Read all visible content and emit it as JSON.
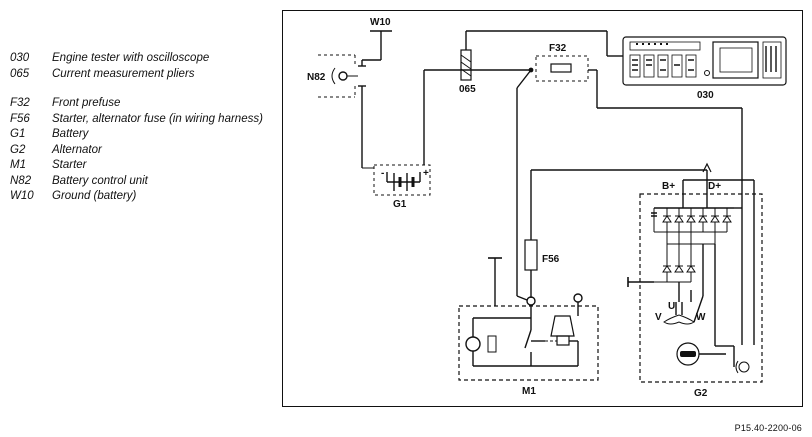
{
  "legend": {
    "items": [
      {
        "code": "030",
        "desc": "Engine tester with oscilloscope"
      },
      {
        "code": "065",
        "desc": "Current measurement pliers"
      },
      {
        "code": "F32",
        "desc": "Front prefuse"
      },
      {
        "code": "F56",
        "desc": "Starter, alternator fuse (in wiring harness)"
      },
      {
        "code": "G1",
        "desc": "Battery"
      },
      {
        "code": "G2",
        "desc": "Alternator"
      },
      {
        "code": "M1",
        "desc": "Starter"
      },
      {
        "code": "N82",
        "desc": "Battery control unit"
      },
      {
        "code": "W10",
        "desc": "Ground (battery)"
      }
    ]
  },
  "diagram": {
    "labels": {
      "w10": "W10",
      "n82": "N82",
      "pliers": "065",
      "f32": "F32",
      "tester": "030",
      "g1": "G1",
      "f56": "F56",
      "b_plus": "B+",
      "d_plus": "D+",
      "u": "U",
      "v": "V",
      "w": "W",
      "m1": "M1",
      "g2": "G2"
    },
    "battery_signs": {
      "minus": "-",
      "plus": "+"
    }
  },
  "reference": "P15.40-2200-06"
}
